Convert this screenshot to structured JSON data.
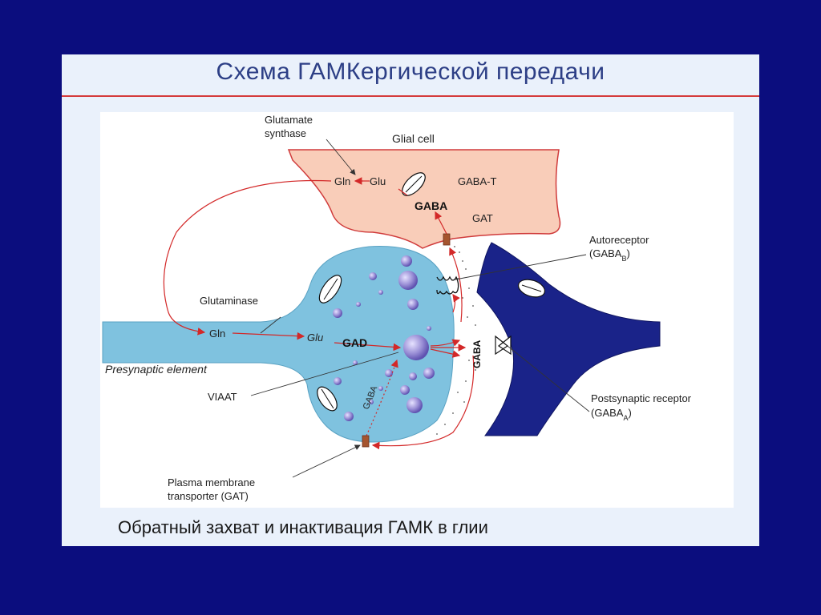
{
  "slide": {
    "title": "Схема ГАМКергической передачи",
    "caption": "Обратный захват и инактивация ГАМК в глии"
  },
  "diagram": {
    "glial_cell": "Glial cell",
    "glutamate_synthase": [
      "Glutamate",
      "synthase"
    ],
    "gln_glia": "Gln",
    "glu_glia": "Glu",
    "gaba_t": "GABA-T",
    "gaba_glia": "GABA",
    "gat_glia": "GAT",
    "autoreceptor": "Autoreceptor",
    "autoreceptor_sub": "(GABA",
    "autoreceptor_subscript": "B",
    "autoreceptor_close": ")",
    "glutaminase": "Glutaminase",
    "gln_pre": "Gln",
    "glu_pre": "Glu",
    "gad": "GAD",
    "gaba_cleft": "GABA",
    "presynaptic": "Presynaptic element",
    "viaat": "VIAAT",
    "gaba_return": "GABA",
    "postsynaptic_receptor": "Postsynaptic receptor",
    "postsynaptic_sub": "(GABA",
    "postsynaptic_subscript": "A",
    "postsynaptic_close": ")",
    "plasma_membrane": [
      "Plasma membrane",
      "transporter (GAT)"
    ]
  },
  "colors": {
    "glia_fill": "#f9cdb9",
    "glia_stroke": "#d03b3b",
    "presynaptic_fill": "#7fc2df",
    "postsynaptic_fill": "#1a2389",
    "pathway": "#d32828",
    "vesicle": "#9a8fd6"
  }
}
